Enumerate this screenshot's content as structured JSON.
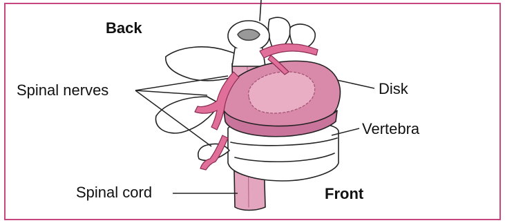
{
  "labels": {
    "back": "Back",
    "front": "Front",
    "spinal_nerves": "Spinal nerves",
    "disk": "Disk",
    "vertebra": "Vertebra",
    "spinal_cord": "Spinal cord"
  },
  "colors": {
    "frame": "#c8467f",
    "disk": "#d98aaa",
    "nerve": "#e0709a",
    "bone": "#ffffff",
    "outline": "#222222"
  }
}
